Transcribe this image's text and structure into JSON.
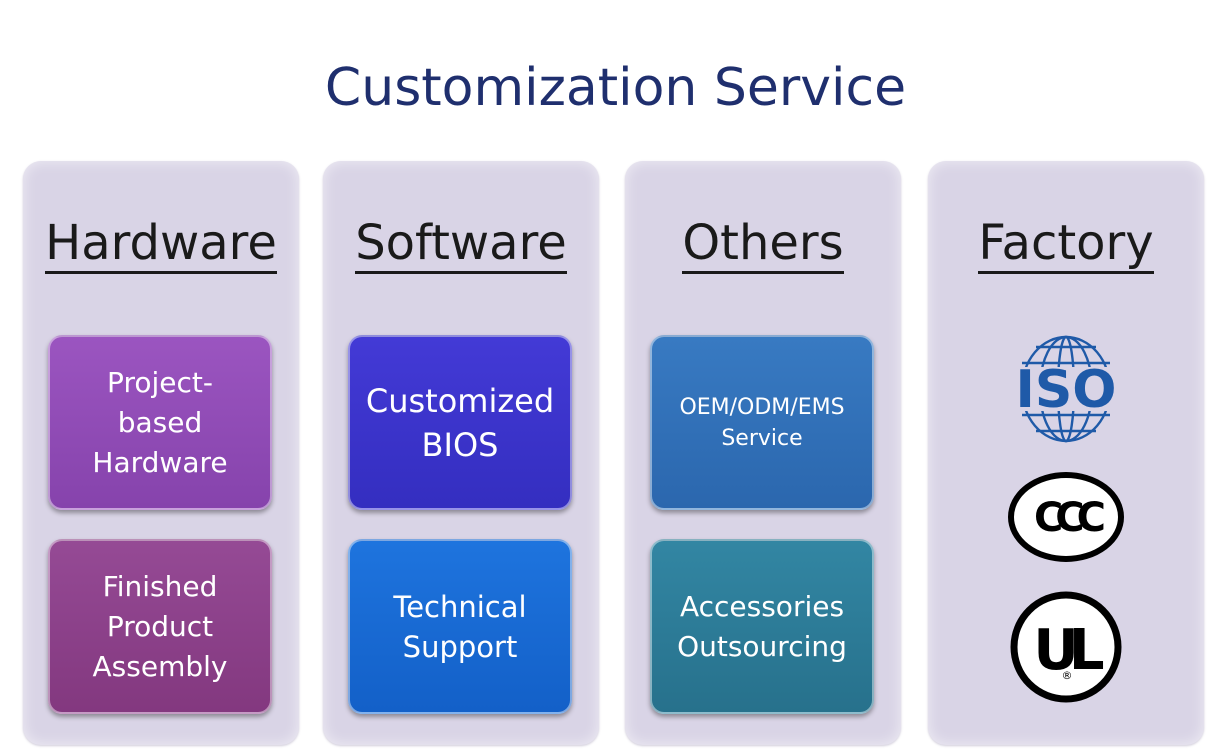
{
  "title": "Customization Service",
  "columns": [
    {
      "heading": "Hardware",
      "cards": [
        {
          "label": "Project-based Hardware",
          "color": "#8e44ad"
        },
        {
          "label": "Finished Product Assembly",
          "color": "#8a3f8a"
        }
      ]
    },
    {
      "heading": "Software",
      "cards": [
        {
          "label": "Customized BIOS",
          "color": "#3b34c8"
        },
        {
          "label": "Technical Support",
          "color": "#1668d4"
        }
      ]
    },
    {
      "heading": "Others",
      "cards": [
        {
          "label": "OEM/ODM/EMS Service",
          "color": "#2f6fb8"
        },
        {
          "label": "Accessories Outsourcing",
          "color": "#2c7c98"
        }
      ]
    },
    {
      "heading": "Factory",
      "logos": [
        {
          "icon": "iso-logo",
          "text": "ISO",
          "color": "#1f5aa8"
        },
        {
          "icon": "ccc-logo",
          "text": "CCC",
          "color": "#000000"
        },
        {
          "icon": "ul-logo",
          "text": "UL",
          "color": "#000000"
        }
      ]
    }
  ]
}
